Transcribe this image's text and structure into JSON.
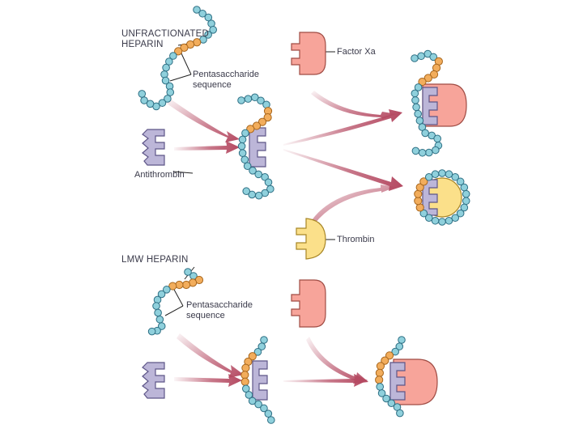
{
  "labels": {
    "ufh_line1": "UNFRACTIONATED",
    "ufh_line2": "HEPARIN",
    "penta1_line1": "Pentasaccharide",
    "penta1_line2": "sequence",
    "factor_xa": "Factor Xa",
    "antithrombin": "Antithrombin",
    "thrombin": "Thrombin",
    "lmwh": "LMW HEPARIN",
    "penta2_line1": "Pentasaccharide",
    "penta2_line2": "sequence"
  },
  "colors": {
    "bead_fill": "#8fd0dc",
    "bead_stroke": "#2e6f84",
    "penta_fill": "#f2ad5c",
    "penta_stroke": "#a8661c",
    "antithrombin_fill": "#bcb6d8",
    "antithrombin_stroke": "#5e5688",
    "factor_xa_fill": "#f7a49a",
    "factor_xa_stroke": "#a04c44",
    "thrombin_fill": "#fbe08a",
    "thrombin_stroke": "#a88626",
    "arrow": "#b54a62",
    "line": "#222222"
  }
}
